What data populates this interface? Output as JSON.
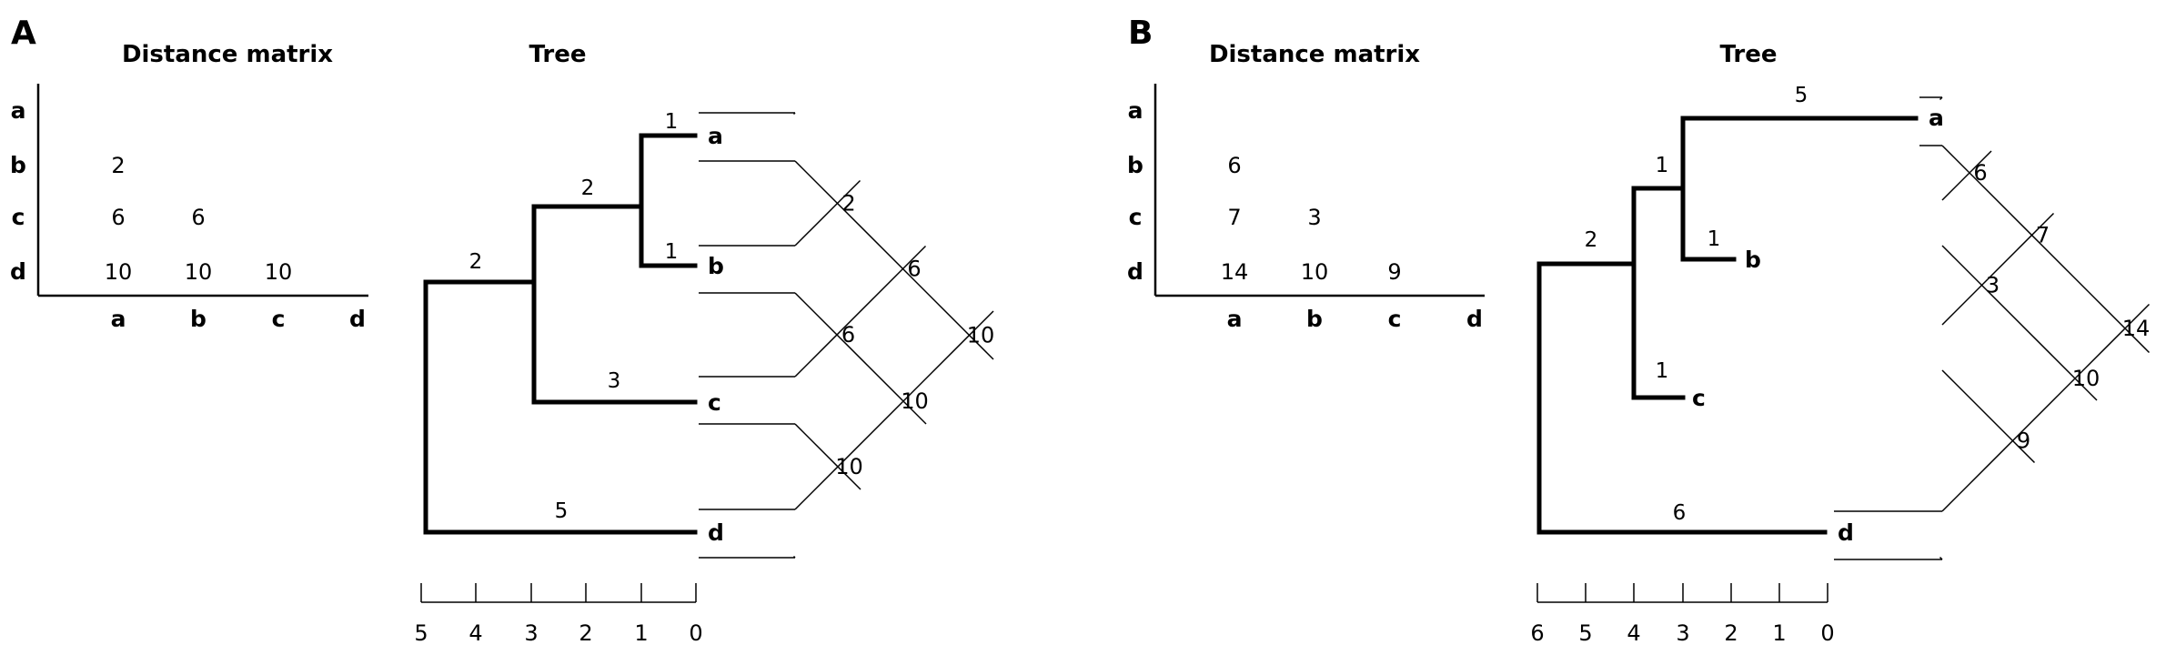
{
  "panel_a": {
    "letter": "A",
    "matrix_title": "Distance matrix",
    "tree_title": "Tree",
    "labels": [
      "a",
      "b",
      "c",
      "d"
    ],
    "matrix_values": {
      "b_a": "2",
      "c_a": "6",
      "c_b": "6",
      "d_a": "10",
      "d_b": "10",
      "d_c": "10"
    },
    "branch_lengths": {
      "a": "1",
      "b": "1",
      "ab": "2",
      "c": "3",
      "abc": "2",
      "d": "5"
    },
    "triangle_values": {
      "ab": "2",
      "ac": "6",
      "bc": "6",
      "ad": "10",
      "bd": "10",
      "cd": "10"
    },
    "scale": [
      "5",
      "4",
      "3",
      "2",
      "1",
      "0"
    ]
  },
  "panel_b": {
    "letter": "B",
    "matrix_title": "Distance matrix",
    "tree_title": "Tree",
    "labels": [
      "a",
      "b",
      "c",
      "d"
    ],
    "matrix_values": {
      "b_a": "6",
      "c_a": "7",
      "c_b": "3",
      "d_a": "14",
      "d_b": "10",
      "d_c": "9"
    },
    "branch_lengths": {
      "a": "5",
      "b": "1",
      "ab": "1",
      "c": "1",
      "abc": "2",
      "d": "6"
    },
    "triangle_values": {
      "ab": "6",
      "ac": "7",
      "bc": "3",
      "ad": "14",
      "bd": "10",
      "cd": "9"
    },
    "scale": [
      "6",
      "5",
      "4",
      "3",
      "2",
      "1",
      "0"
    ]
  }
}
